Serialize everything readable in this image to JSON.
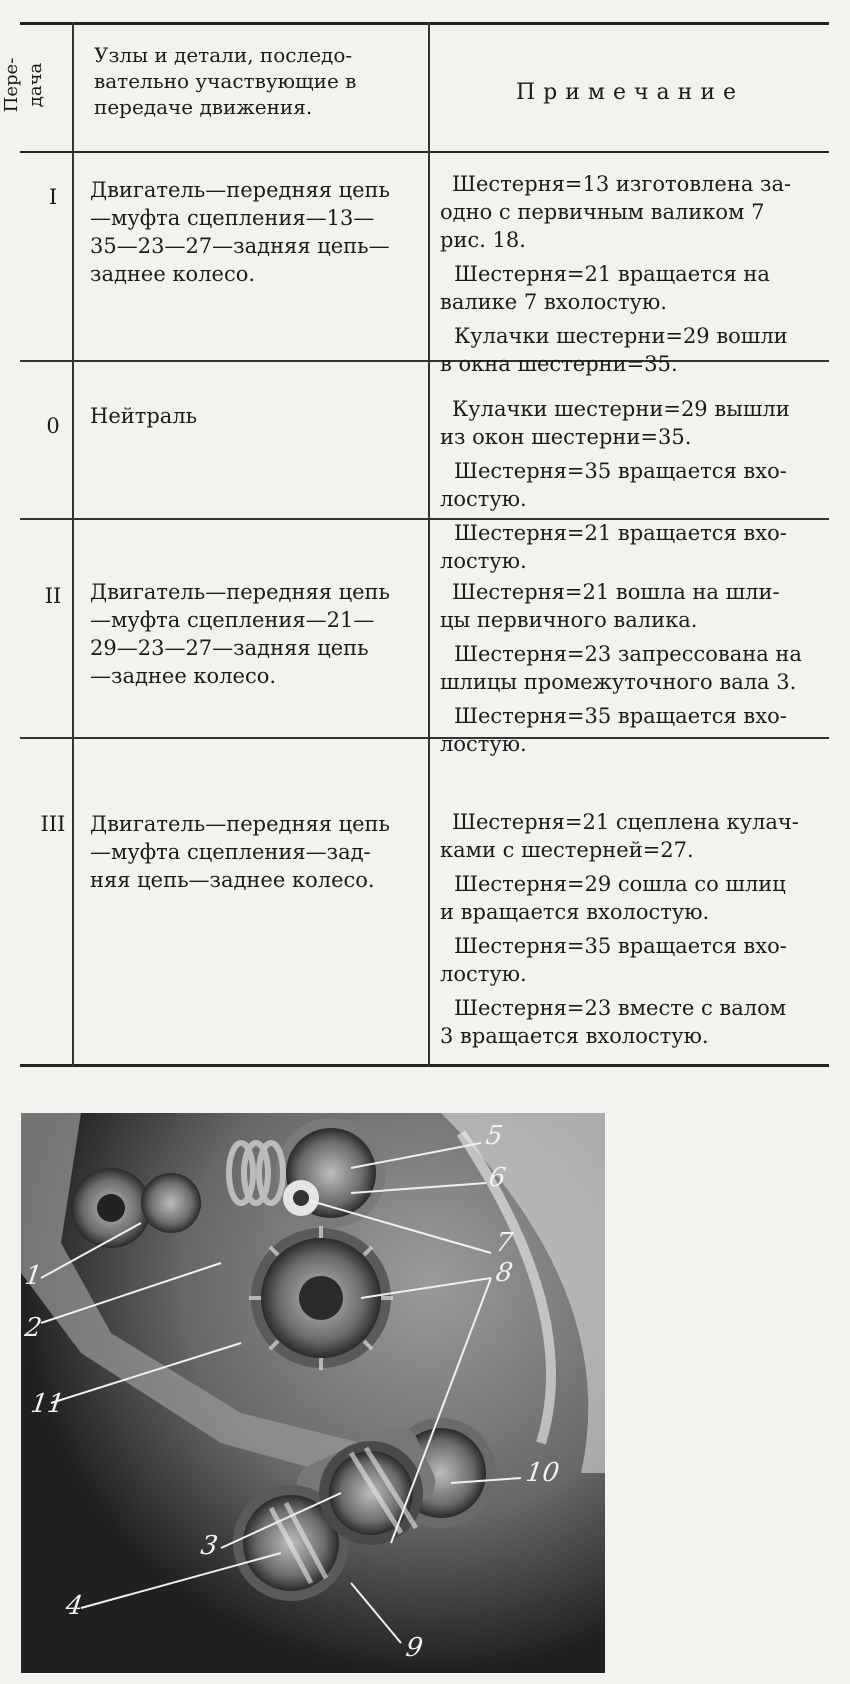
{
  "table": {
    "headers": {
      "gear": "Пере-\nдача",
      "nodes": "Узлы и детали, последо-\nвательно участвующие в\nпередаче движения.",
      "note": "Примечание"
    },
    "rows": [
      {
        "gear": "I",
        "nodes": "Двигатель—передняя цепь\n—муфта сцепления—13—\n35—23—27—задняя цепь—\nзаднее колесо.",
        "notes": [
          "Шестерня=13 изготовлена за-\nодно с первичным валиком 7\nрис. 18.",
          "Шестерня=21 вращается на\nвалике 7 вхолостую.",
          "Кулачки шестерни=29 вошли\nв окна шестерни=35."
        ]
      },
      {
        "gear": "0",
        "nodes": "Нейтраль",
        "notes": [
          "Кулачки шестерни=29 вышли\nиз окон шестерни=35.",
          "Шестерня=35 вращается вхо-\nлостую.",
          "Шестерня=21 вращается вхо-\nлостую."
        ]
      },
      {
        "gear": "II",
        "nodes": "Двигатель—передняя цепь\n—муфта сцепления—21—\n29—23—27—задняя цепь\n—заднее колесо.",
        "notes": [
          "Шестерня=21 вошла на шли-\nцы первичного валика.",
          "Шестерня=23 запрессована на\nшлицы промежуточного вала 3.",
          "Шестерня=35 вращается вхо-\nлостую."
        ]
      },
      {
        "gear": "III",
        "nodes": "Двигатель—передняя цепь\n—муфта сцепления—зад-\nняя цепь—заднее колесо.",
        "notes": [
          "Шестерня=21 сцеплена кулач-\nками с шестерней=27.",
          "Шестерня=29 сошла со шлиц\nи вращается вхолостую.",
          "Шестерня=35 вращается вхо-\nлостую.",
          "Шестерня=23 вместе с валом\n3 вращается вхолостую."
        ]
      }
    ]
  },
  "photo": {
    "callouts": [
      "5",
      "6",
      "7",
      "8",
      "1",
      "2",
      "11",
      "3",
      "10",
      "4",
      "9"
    ]
  }
}
